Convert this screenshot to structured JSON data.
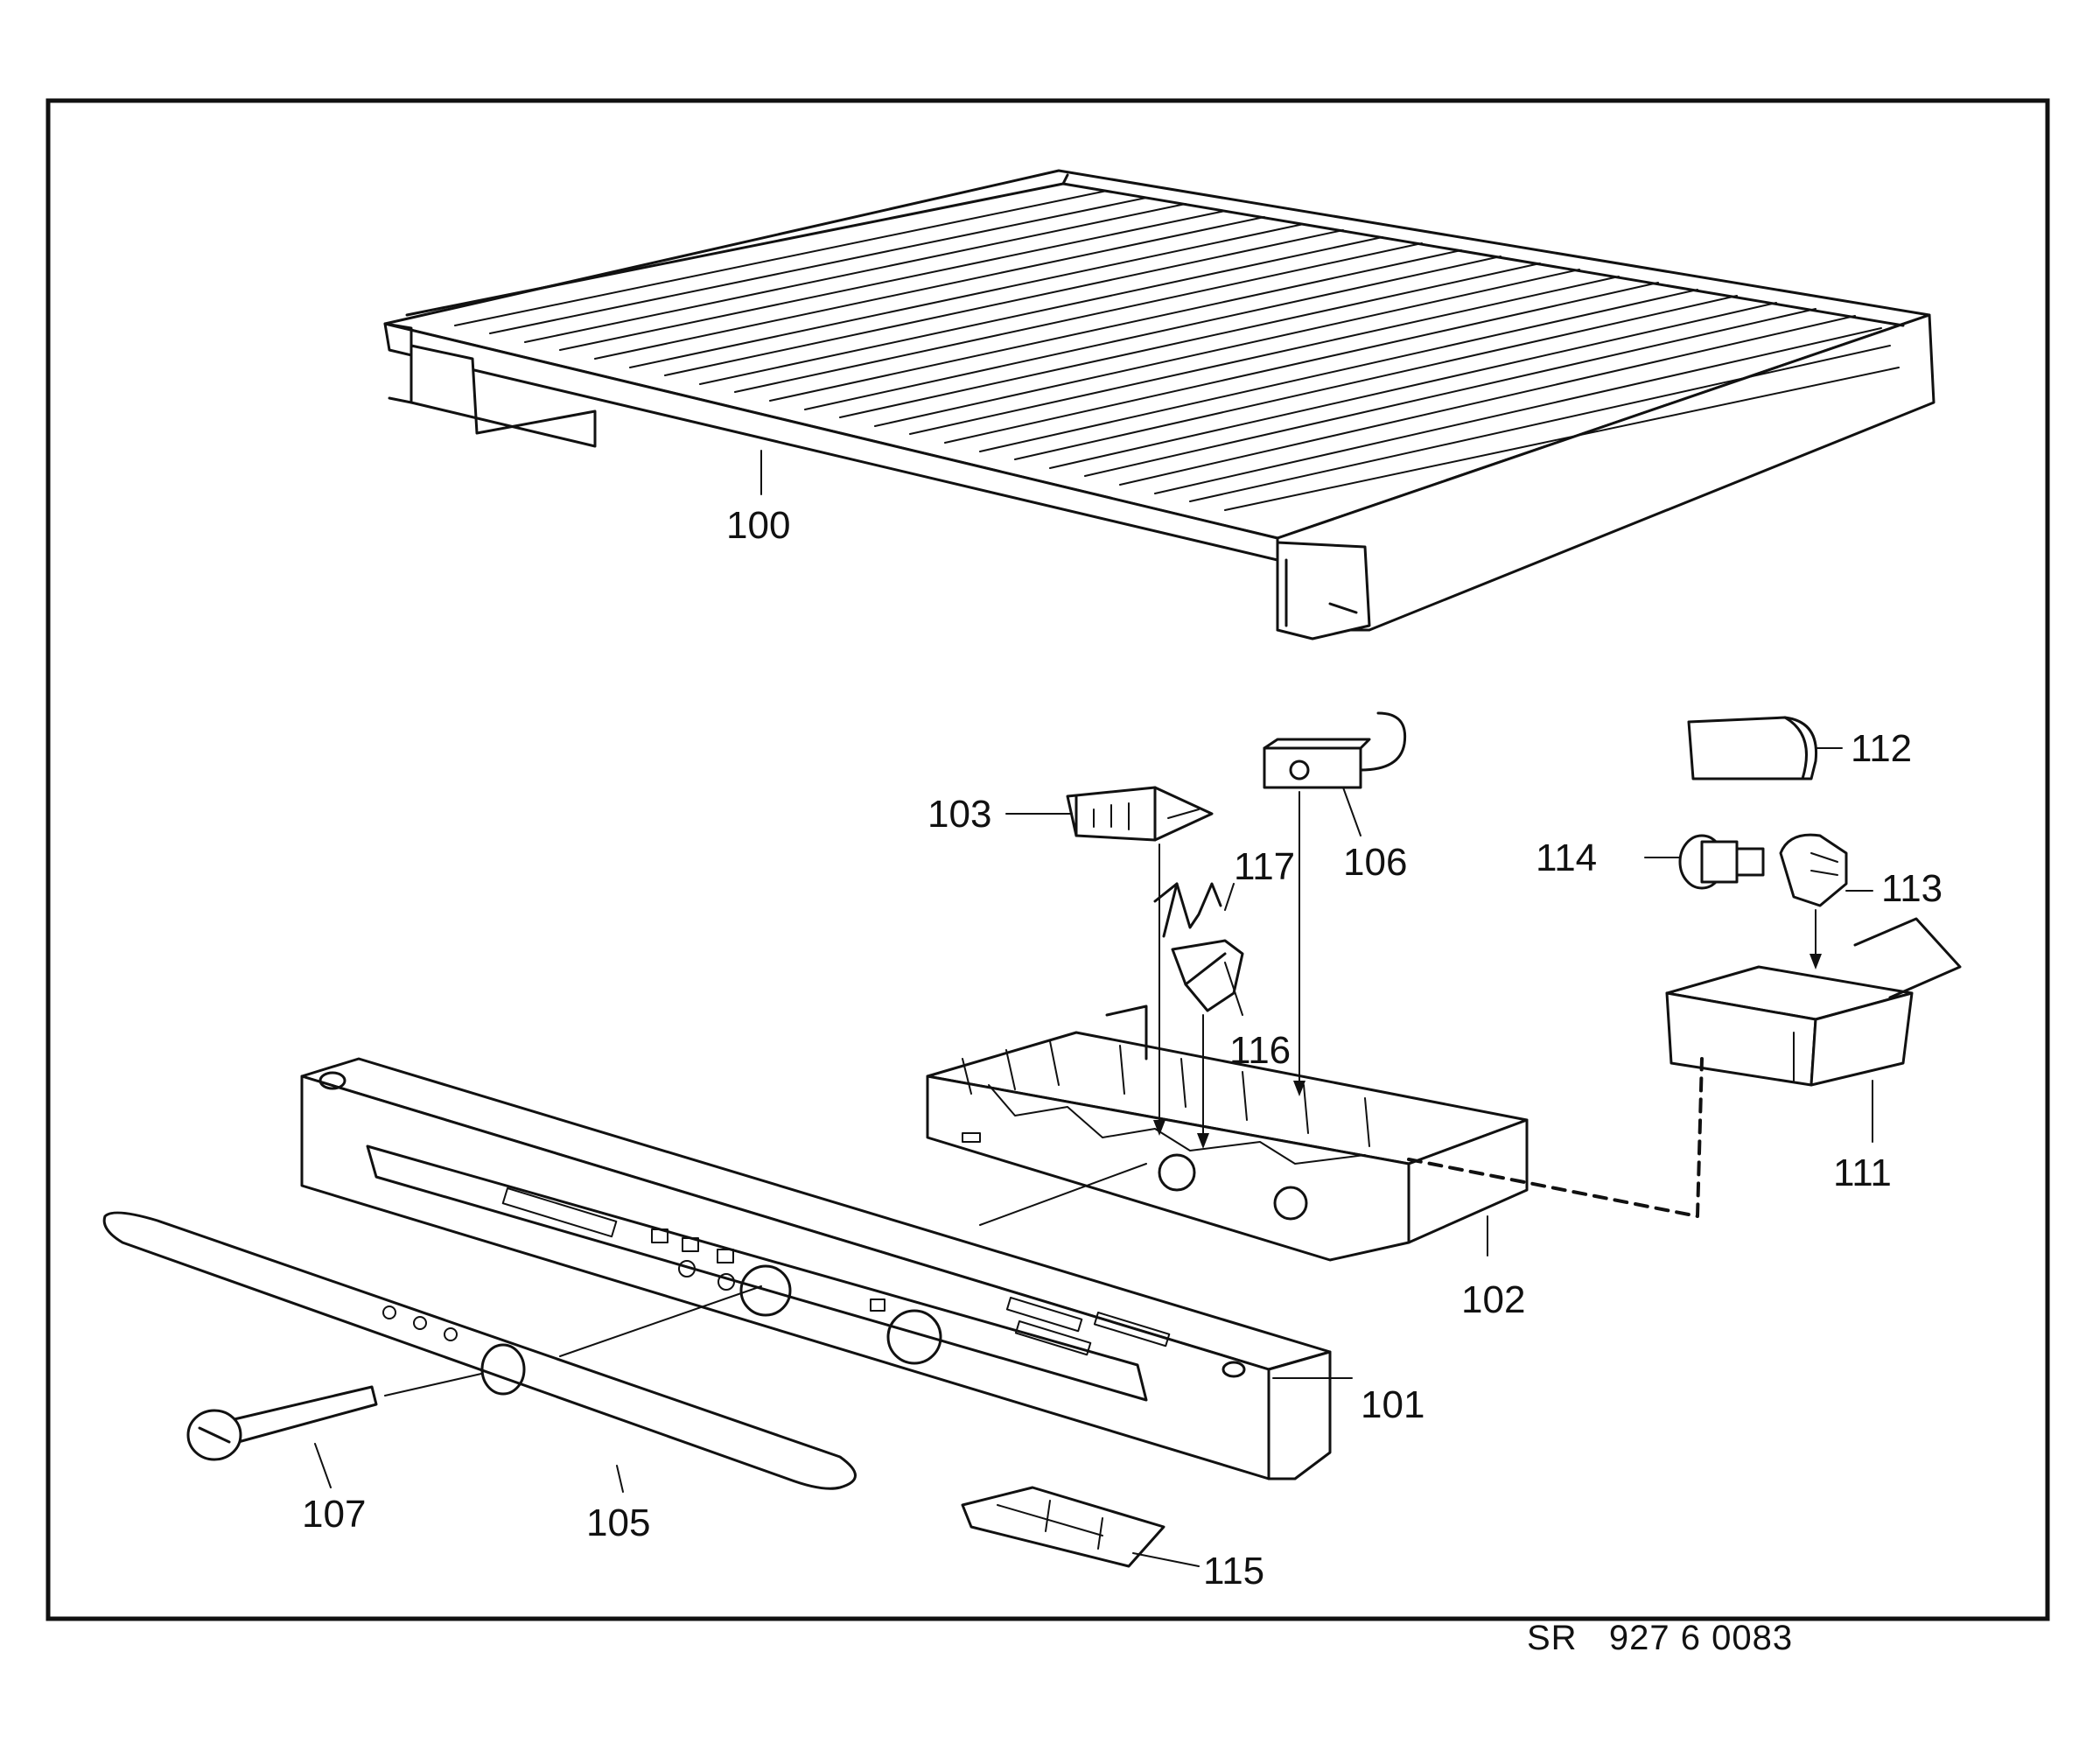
{
  "parts": [
    {
      "id": "p100",
      "label": "100"
    },
    {
      "id": "p101",
      "label": "101"
    },
    {
      "id": "p102",
      "label": "102"
    },
    {
      "id": "p103",
      "label": "103"
    },
    {
      "id": "p105",
      "label": "105"
    },
    {
      "id": "p106",
      "label": "106"
    },
    {
      "id": "p107",
      "label": "107"
    },
    {
      "id": "p111",
      "label": "111"
    },
    {
      "id": "p112",
      "label": "112"
    },
    {
      "id": "p113",
      "label": "113"
    },
    {
      "id": "p114",
      "label": "114"
    },
    {
      "id": "p115",
      "label": "115"
    },
    {
      "id": "p116",
      "label": "116"
    },
    {
      "id": "p117",
      "label": "117"
    }
  ],
  "footer": {
    "reference": "SR   927 6 0083"
  }
}
